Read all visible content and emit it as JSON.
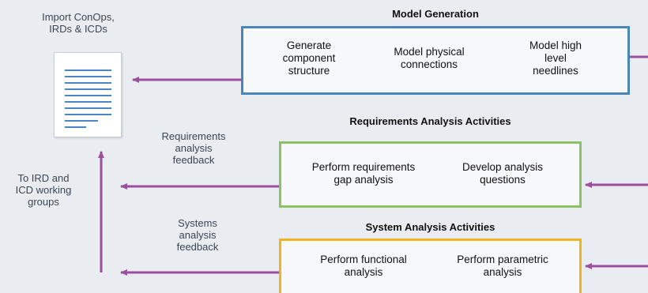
{
  "import_label": [
    "Import ConOps,",
    "IRDs &  ICDs"
  ],
  "working_groups_label": [
    "To IRD and",
    "ICD working",
    "groups"
  ],
  "model_generation": {
    "title": "Model Generation",
    "border_color": "#4a86b8",
    "activities": [
      [
        "Generate",
        "component",
        "structure"
      ],
      [
        "Model physical",
        "connections"
      ],
      [
        "Model high",
        "level",
        "needlines"
      ]
    ]
  },
  "requirements_analysis": {
    "title": "Requirements Analysis Activities",
    "border_color": "#8cc265",
    "feedback": [
      "Requirements",
      "analysis",
      "feedback"
    ],
    "activities": [
      [
        "Perform requirements",
        "gap analysis"
      ],
      [
        "Develop analysis",
        "questions"
      ]
    ]
  },
  "system_analysis": {
    "title": "System Analysis Activities",
    "border_color": "#f3b31c",
    "feedback": [
      "Systems",
      "analysis",
      "feedback"
    ],
    "activities": [
      [
        "Perform functional",
        "analysis"
      ],
      [
        "Perform parametric",
        "analysis"
      ]
    ]
  },
  "arrow_color": "#9b4f9c",
  "document_icon": "document-icon"
}
